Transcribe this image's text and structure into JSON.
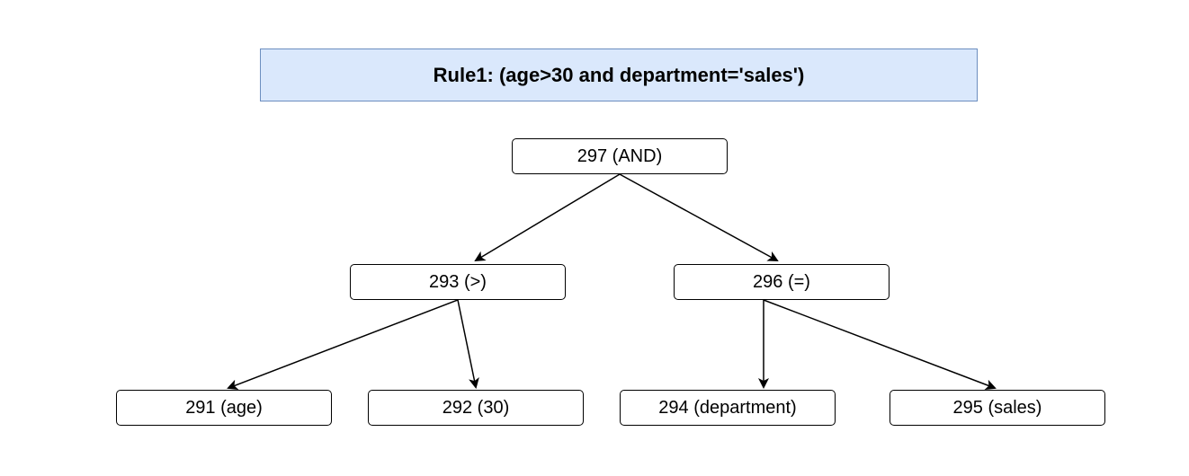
{
  "title": "Rule1: (age>30 and department='sales')",
  "nodes": {
    "n297": "297 (AND)",
    "n293": "293 (>)",
    "n296": "296 (=)",
    "n291": "291 (age)",
    "n292": "292 (30)",
    "n294": "294 (department)",
    "n295": "295 (sales)"
  },
  "edges": [
    {
      "from": "n297",
      "to": "n293"
    },
    {
      "from": "n297",
      "to": "n296"
    },
    {
      "from": "n293",
      "to": "n291"
    },
    {
      "from": "n293",
      "to": "n292"
    },
    {
      "from": "n296",
      "to": "n294"
    },
    {
      "from": "n296",
      "to": "n295"
    }
  ]
}
